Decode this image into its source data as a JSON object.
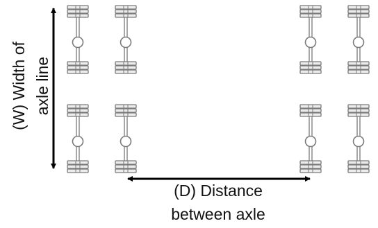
{
  "labels": {
    "width_line1": "(W) Width of",
    "width_line2": "axle line",
    "distance_line1": "(D) Distance",
    "distance_line2": "between axle"
  },
  "colors": {
    "arrow": "#000000",
    "axle_stroke": "#7a7a7a",
    "axle_fill": "#ececec",
    "text": "#111111"
  }
}
